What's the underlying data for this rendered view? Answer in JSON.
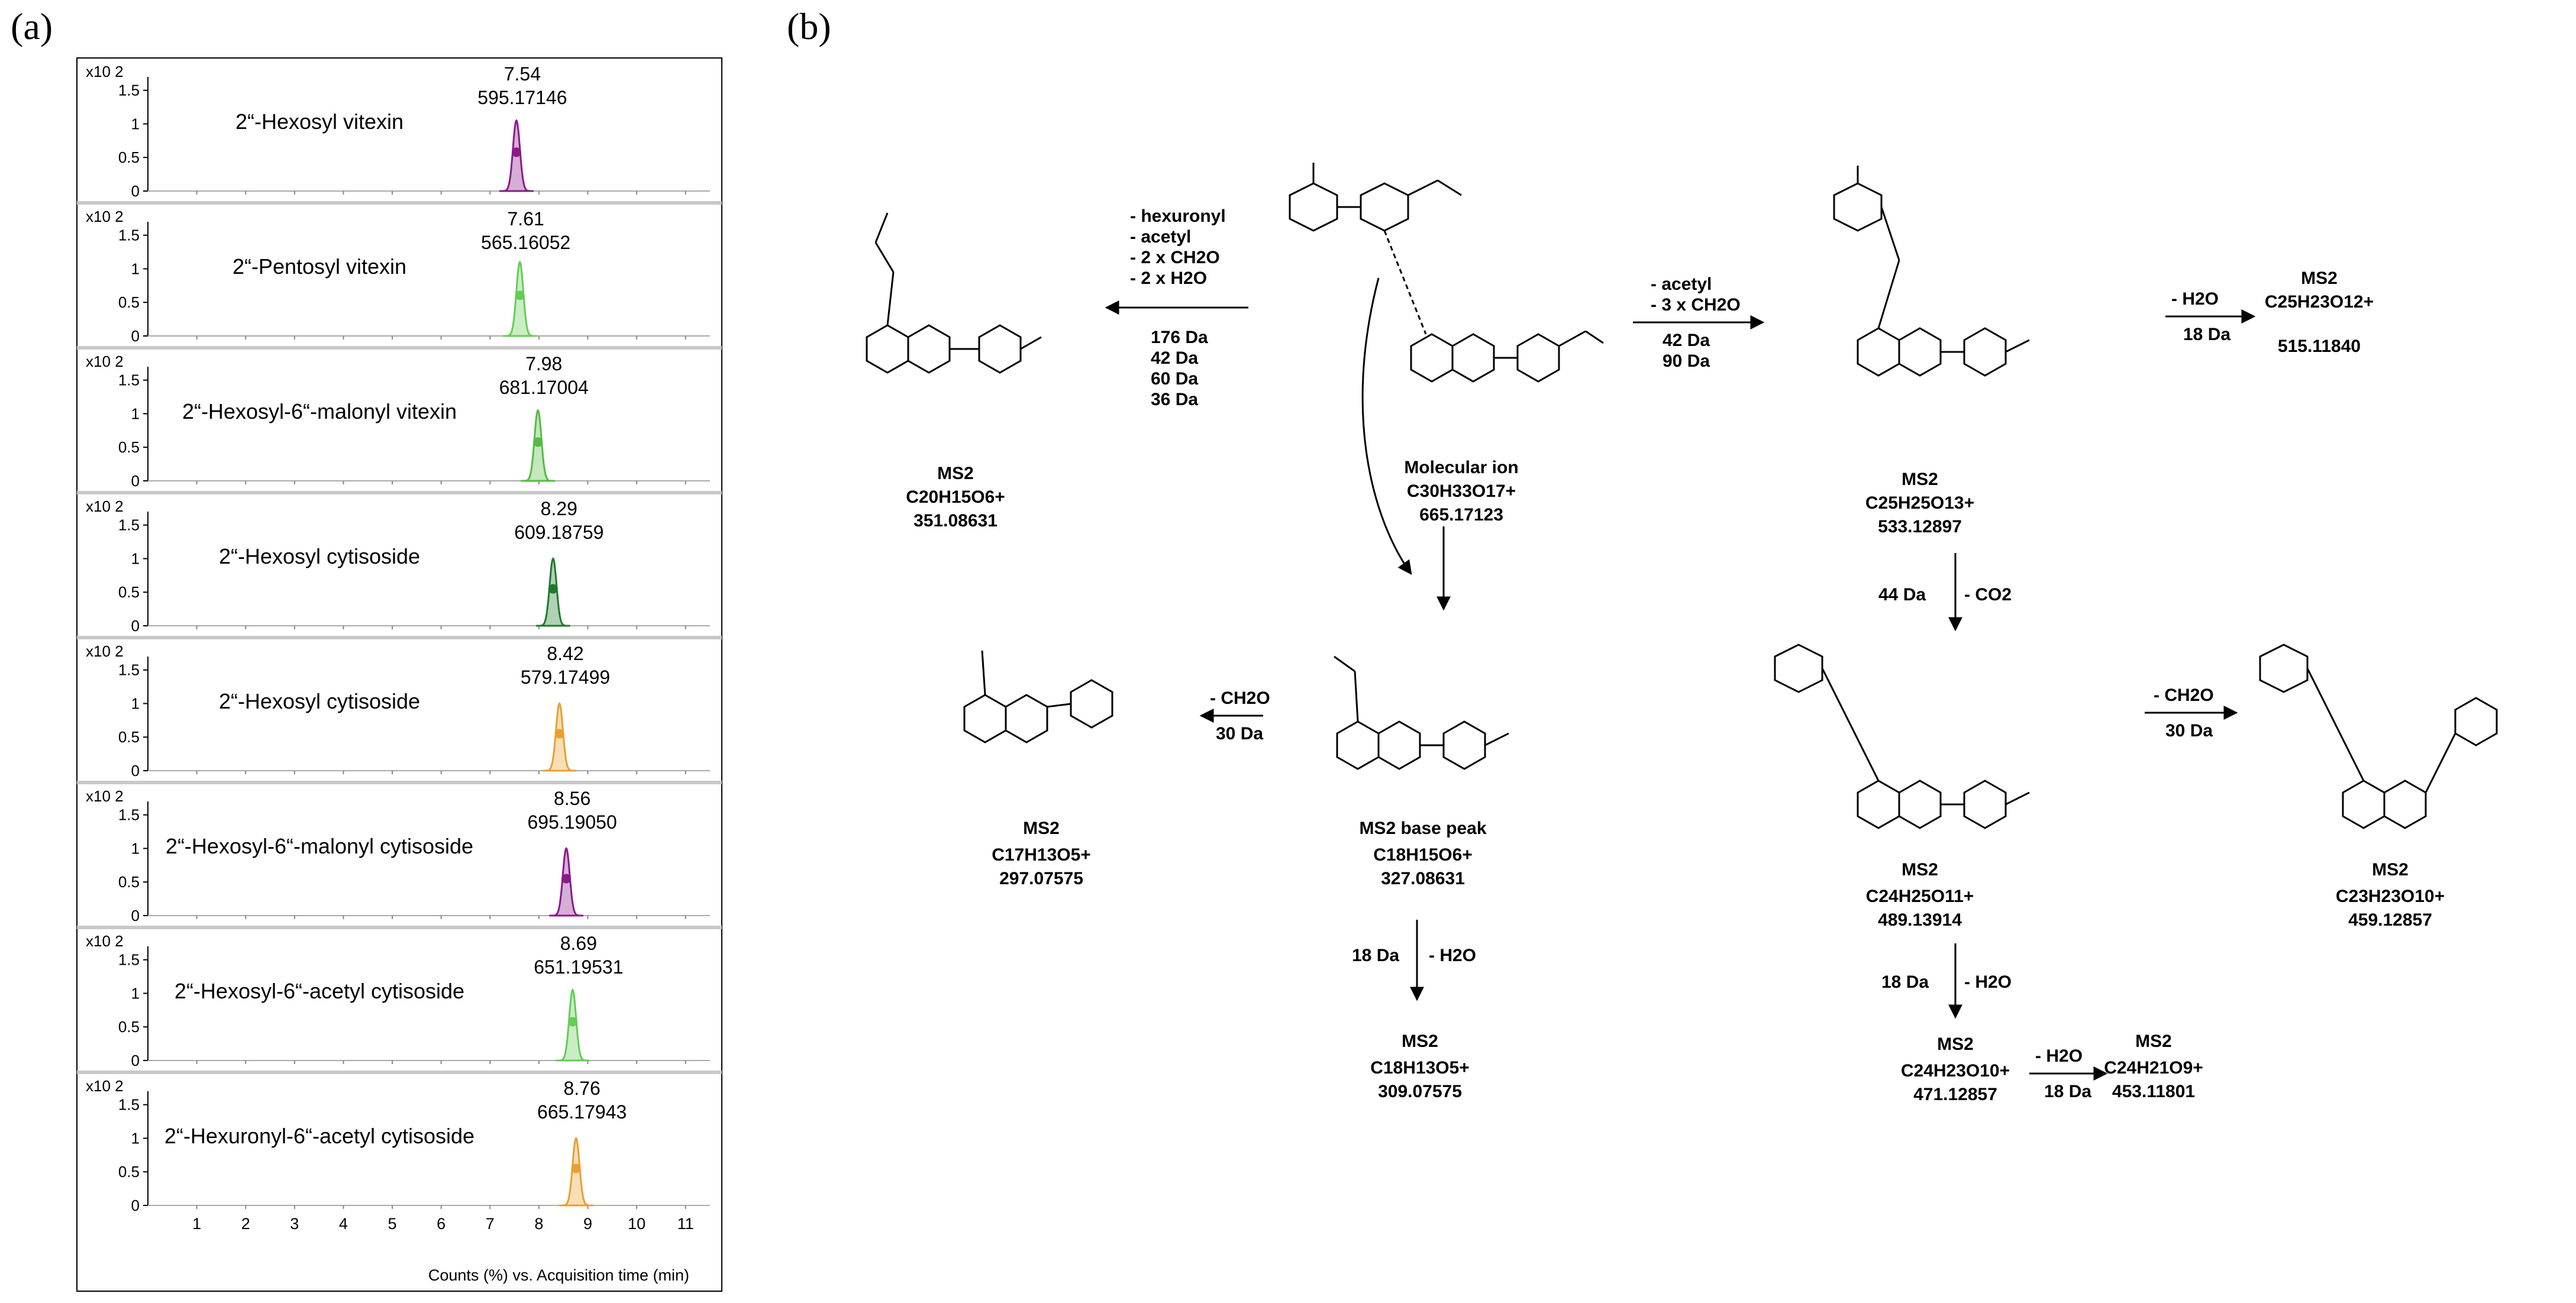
{
  "panels": {
    "a_label": "(a)",
    "b_label": "(b)"
  },
  "chart_data": {
    "type": "line",
    "xlabel": "Counts (%) vs. Acquisition time (min)",
    "x_ticks": [
      "1",
      "2",
      "3",
      "4",
      "5",
      "6",
      "7",
      "8",
      "9",
      "10",
      "11"
    ],
    "xlim": [
      0,
      11.5
    ],
    "y_ticks": [
      "0",
      "0.5",
      "1",
      "1.5"
    ],
    "y_multiplier": "x10 2",
    "ylim": [
      0,
      1.7
    ],
    "traces": [
      {
        "compound": "2“-Hexosyl vitexin",
        "rt": "7.54",
        "mz": "595.17146",
        "apex_time": 7.54,
        "peak_height": 1.05,
        "color": "#8a1a8a"
      },
      {
        "compound": "2“-Pentosyl vitexin",
        "rt": "7.61",
        "mz": "565.16052",
        "apex_time": 7.61,
        "peak_height": 1.1,
        "color": "#66cc55"
      },
      {
        "compound": "2“-Hexosyl-6“-malonyl vitexin",
        "rt": "7.98",
        "mz": "681.17004",
        "apex_time": 7.98,
        "peak_height": 1.05,
        "color": "#55bb44"
      },
      {
        "compound": "2“-Hexosyl cytisoside",
        "rt": "8.29",
        "mz": "609.18759",
        "apex_time": 8.29,
        "peak_height": 1.0,
        "color": "#1e7a2a"
      },
      {
        "compound": "2“-Hexosyl cytisoside",
        "rt": "8.42",
        "mz": "579.17499",
        "apex_time": 8.42,
        "peak_height": 1.0,
        "color": "#e8a030"
      },
      {
        "compound": "2“-Hexosyl-6“-malonyl cytisoside",
        "rt": "8.56",
        "mz": "695.19050",
        "apex_time": 8.56,
        "peak_height": 1.0,
        "color": "#8a1a8a"
      },
      {
        "compound": "2“-Hexosyl-6“-acetyl cytisoside",
        "rt": "8.69",
        "mz": "651.19531",
        "apex_time": 8.69,
        "peak_height": 1.05,
        "color": "#66cc55"
      },
      {
        "compound": "2“-Hexuronyl-6“-acetyl cytisoside",
        "rt": "8.76",
        "mz": "665.17943",
        "apex_time": 8.76,
        "peak_height": 1.0,
        "color": "#e8a030"
      }
    ]
  },
  "scheme": {
    "mol_ion": {
      "title": "Molecular ion",
      "formula": "C30H33O17+",
      "mass": "665.17123"
    },
    "left_frag": {
      "title": "MS2",
      "formula": "C20H15O6+",
      "mass": "351.08631"
    },
    "left_losses": [
      "- hexuronyl",
      "- acetyl",
      "- 2 x CH2O",
      "- 2 x H2O"
    ],
    "left_da": [
      "176 Da",
      "42 Da",
      "60 Da",
      "36 Da"
    ],
    "right_losses": [
      "- acetyl",
      "- 3 x CH2O"
    ],
    "right_da": [
      "42 Da",
      "90 Da"
    ],
    "r1": {
      "title": "MS2",
      "formula": "C25H25O13+",
      "mass": "533.12897"
    },
    "r1_loss": "- H2O",
    "r1_loss_da": "18 Da",
    "r1b": {
      "title": "MS2",
      "formula": "C25H23O12+",
      "mass": "515.11840"
    },
    "co2_da": "44 Da",
    "co2_loss": "- CO2",
    "r2": {
      "title": "MS2",
      "formula": "C24H25O11+",
      "mass": "489.13914"
    },
    "r2_loss": "- CH2O",
    "r2_loss_da": "30 Da",
    "r2b": {
      "title": "MS2",
      "formula": "C23H23O10+",
      "mass": "459.12857"
    },
    "r2_h2o_da": "18 Da",
    "r2_h2o": "- H2O",
    "r3": {
      "title": "MS2",
      "formula": "C24H23O10+",
      "mass": "471.12857"
    },
    "r3_loss": "- H2O",
    "r3_loss_da": "18 Da",
    "r3b": {
      "title": "MS2",
      "formula": "C24H21O9+",
      "mass": "453.11801"
    },
    "base": {
      "title": "MS2 base peak",
      "formula": "C18H15O6+",
      "mass": "327.08631"
    },
    "base_loss": "- CH2O",
    "base_loss_da": "30 Da",
    "base_left": {
      "title": "MS2",
      "formula": "C17H13O5+",
      "mass": "297.07575"
    },
    "base_h2o_da": "18 Da",
    "base_h2o": "- H2O",
    "base_down": {
      "title": "MS2",
      "formula": "C18H13O5+",
      "mass": "309.07575"
    }
  }
}
